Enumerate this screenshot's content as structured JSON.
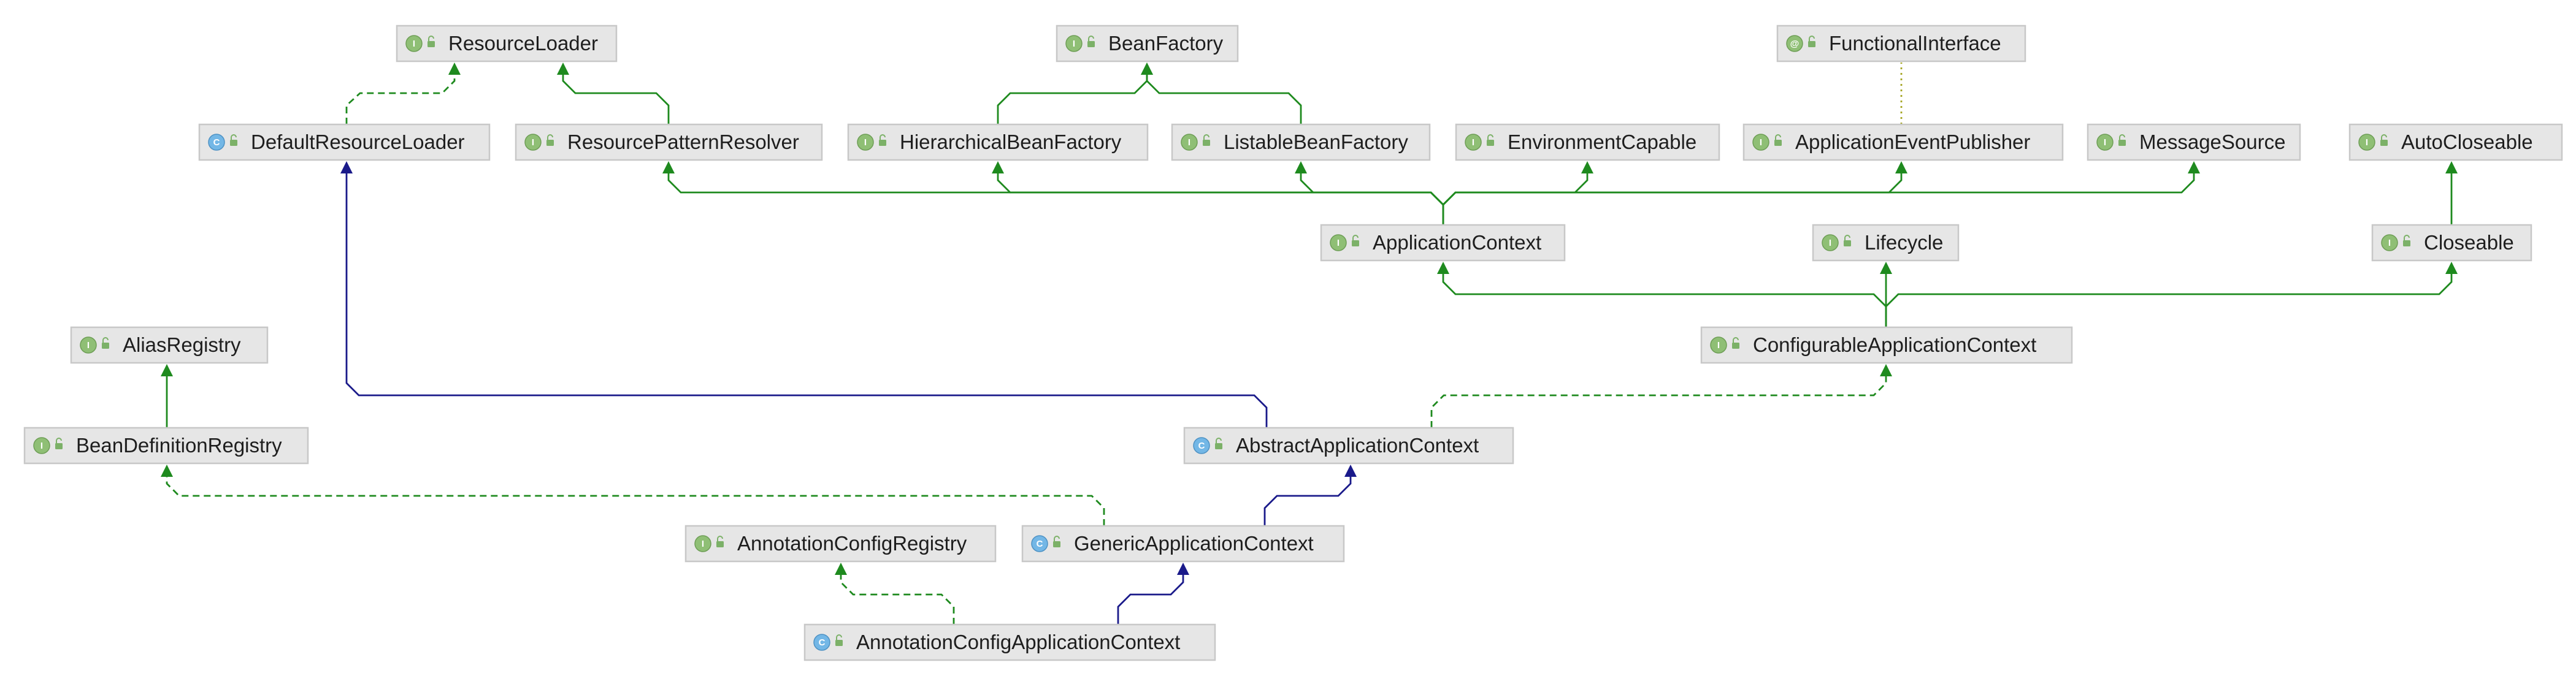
{
  "diagram": {
    "nodes": [
      {
        "id": "ResourceLoader",
        "kind": "interface",
        "label": "ResourceLoader"
      },
      {
        "id": "BeanFactory",
        "kind": "interface",
        "label": "BeanFactory"
      },
      {
        "id": "FunctionalInterface",
        "kind": "annotation",
        "label": "FunctionalInterface"
      },
      {
        "id": "DefaultResourceLoader",
        "kind": "class",
        "label": "DefaultResourceLoader"
      },
      {
        "id": "ResourcePatternResolver",
        "kind": "interface",
        "label": "ResourcePatternResolver"
      },
      {
        "id": "HierarchicalBeanFactory",
        "kind": "interface",
        "label": "HierarchicalBeanFactory"
      },
      {
        "id": "ListableBeanFactory",
        "kind": "interface",
        "label": "ListableBeanFactory"
      },
      {
        "id": "EnvironmentCapable",
        "kind": "interface",
        "label": "EnvironmentCapable"
      },
      {
        "id": "ApplicationEventPublisher",
        "kind": "interface",
        "label": "ApplicationEventPublisher"
      },
      {
        "id": "MessageSource",
        "kind": "interface",
        "label": "MessageSource"
      },
      {
        "id": "AutoCloseable",
        "kind": "interface",
        "label": "AutoCloseable"
      },
      {
        "id": "ApplicationContext",
        "kind": "interface",
        "label": "ApplicationContext"
      },
      {
        "id": "Lifecycle",
        "kind": "interface",
        "label": "Lifecycle"
      },
      {
        "id": "Closeable",
        "kind": "interface",
        "label": "Closeable"
      },
      {
        "id": "AliasRegistry",
        "kind": "interface",
        "label": "AliasRegistry"
      },
      {
        "id": "ConfigurableApplicationContext",
        "kind": "interface",
        "label": "ConfigurableApplicationContext"
      },
      {
        "id": "BeanDefinitionRegistry",
        "kind": "interface",
        "label": "BeanDefinitionRegistry"
      },
      {
        "id": "AbstractApplicationContext",
        "kind": "class",
        "label": "AbstractApplicationContext"
      },
      {
        "id": "AnnotationConfigRegistry",
        "kind": "interface",
        "label": "AnnotationConfigRegistry"
      },
      {
        "id": "GenericApplicationContext",
        "kind": "class",
        "label": "GenericApplicationContext"
      },
      {
        "id": "AnnotationConfigApplicationContext",
        "kind": "class",
        "label": "AnnotationConfigApplicationContext"
      }
    ],
    "edges": [
      {
        "from": "DefaultResourceLoader",
        "to": "ResourceLoader",
        "style": "implements"
      },
      {
        "from": "ResourcePatternResolver",
        "to": "ResourceLoader",
        "style": "extends"
      },
      {
        "from": "HierarchicalBeanFactory",
        "to": "BeanFactory",
        "style": "extends"
      },
      {
        "from": "ListableBeanFactory",
        "to": "BeanFactory",
        "style": "extends"
      },
      {
        "from": "ApplicationEventPublisher",
        "to": "FunctionalInterface",
        "style": "annotated"
      },
      {
        "from": "ApplicationContext",
        "to": "ResourcePatternResolver",
        "style": "extends"
      },
      {
        "from": "ApplicationContext",
        "to": "HierarchicalBeanFactory",
        "style": "extends"
      },
      {
        "from": "ApplicationContext",
        "to": "ListableBeanFactory",
        "style": "extends"
      },
      {
        "from": "ApplicationContext",
        "to": "EnvironmentCapable",
        "style": "extends"
      },
      {
        "from": "ApplicationContext",
        "to": "ApplicationEventPublisher",
        "style": "extends"
      },
      {
        "from": "ApplicationContext",
        "to": "MessageSource",
        "style": "extends"
      },
      {
        "from": "Closeable",
        "to": "AutoCloseable",
        "style": "extends"
      },
      {
        "from": "ConfigurableApplicationContext",
        "to": "ApplicationContext",
        "style": "extends"
      },
      {
        "from": "ConfigurableApplicationContext",
        "to": "Lifecycle",
        "style": "extends"
      },
      {
        "from": "ConfigurableApplicationContext",
        "to": "Closeable",
        "style": "extends"
      },
      {
        "from": "BeanDefinitionRegistry",
        "to": "AliasRegistry",
        "style": "extends"
      },
      {
        "from": "AbstractApplicationContext",
        "to": "DefaultResourceLoader",
        "style": "extends-class"
      },
      {
        "from": "AbstractApplicationContext",
        "to": "ConfigurableApplicationContext",
        "style": "implements"
      },
      {
        "from": "GenericApplicationContext",
        "to": "AbstractApplicationContext",
        "style": "extends-class"
      },
      {
        "from": "GenericApplicationContext",
        "to": "BeanDefinitionRegistry",
        "style": "implements"
      },
      {
        "from": "AnnotationConfigApplicationContext",
        "to": "GenericApplicationContext",
        "style": "extends-class"
      },
      {
        "from": "AnnotationConfigApplicationContext",
        "to": "AnnotationConfigRegistry",
        "style": "implements"
      }
    ]
  },
  "colors": {
    "interface_icon": "#8fbf75",
    "class_icon": "#73b7e6",
    "extends_edge": "#1e8a1e",
    "class_extends_edge": "#1a1a8a",
    "annotation_edge": "#a6a624",
    "node_fill": "#e6e6e6"
  }
}
